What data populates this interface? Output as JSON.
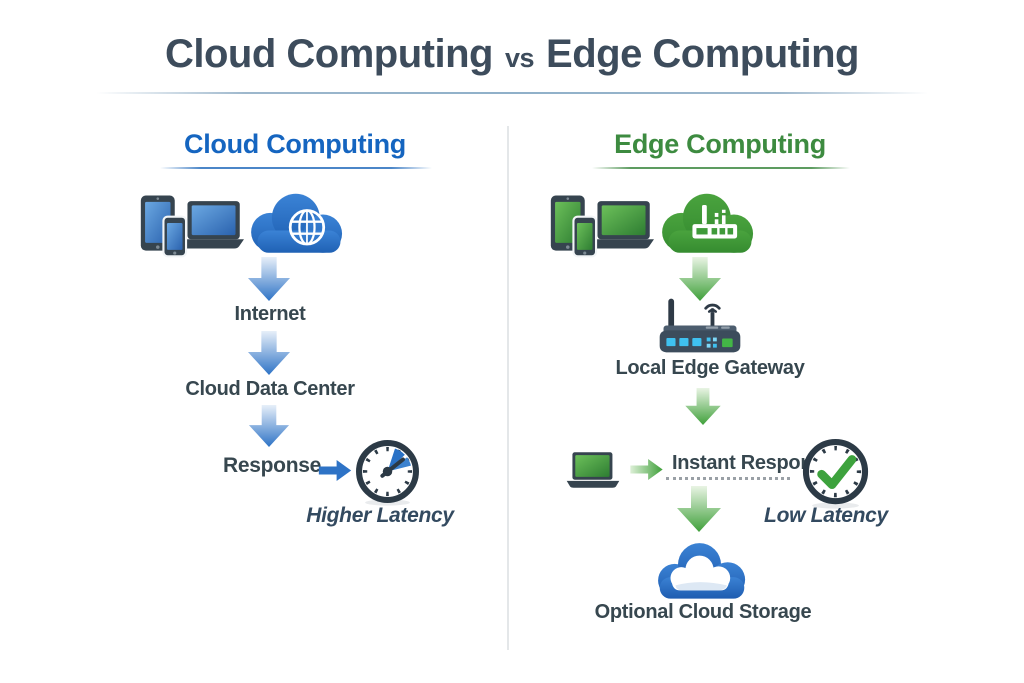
{
  "title": {
    "part1": "Cloud Computing",
    "vs": "vs",
    "part2": "Edge Computing"
  },
  "cloud_column": {
    "heading": "Cloud Computing",
    "step1": "Internet",
    "step2": "Cloud Data Center",
    "response": "Response",
    "latency": "Higher Latency"
  },
  "edge_column": {
    "heading": "Edge Computing",
    "gateway": "Local Edge Gateway",
    "response": "Instant Response",
    "latency": "Low Latency",
    "storage": "Optional Cloud Storage"
  },
  "colors": {
    "title_text": "#3d4c5c",
    "body_text": "#37474f",
    "cloud_accent": "#1565c0",
    "edge_accent": "#3d8b40",
    "blue_arrow": "#2e73c6",
    "green_arrow": "#3fa03a",
    "clock_ring": "#2c3a46",
    "check_green": "#3da23d",
    "led_cyan": "#3fc1f0"
  },
  "icons": {
    "left_devices": "client-devices-icon",
    "left_cloud": "internet-cloud-globe-icon",
    "left_clock": "higher-latency-clock-icon",
    "right_devices": "client-devices-icon",
    "right_cloud": "edge-cloud-router-icon",
    "gateway": "router-gateway-icon",
    "laptop": "laptop-icon",
    "right_clock": "low-latency-check-clock-icon",
    "storage_cloud": "cloud-storage-icon"
  }
}
